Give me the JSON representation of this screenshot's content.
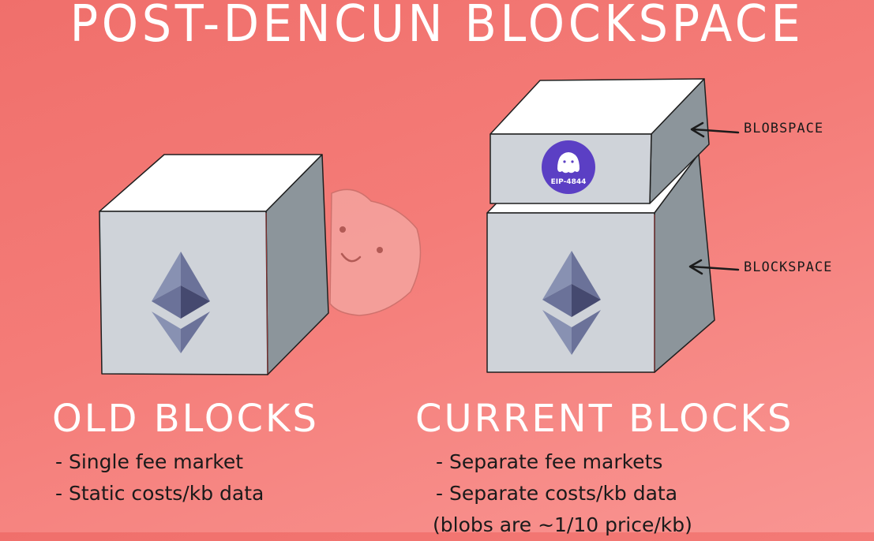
{
  "title": "POST-DENCUN BLOCKSPACE",
  "old": {
    "heading": "OLD BLOCKS",
    "bullets": [
      "- Single fee market",
      "- Static costs/kb data"
    ]
  },
  "current": {
    "heading": "CURRENT BLOCKS",
    "bullets": [
      "- Separate fee markets",
      "- Separate costs/kb data",
      "(blobs are ~1/10 price/kb)"
    ]
  },
  "labels": {
    "blobspace": "BLOBSPACE",
    "blockspace": "BLOCKSPACE",
    "badge": "EIP-4844"
  },
  "icons": {
    "block_logo": "ethereum-icon",
    "blob_logo": "blob-ghost-icon",
    "mascot": "smiling-toast-icon",
    "pointer": "arrow-left-icon"
  },
  "colors": {
    "background": "#f47c78",
    "cube_top": "#ffffff",
    "cube_front": "#cfd3d9",
    "cube_side": "#8c959b",
    "eth_dark": "#45496f",
    "eth_light": "#8891b2",
    "badge_fill": "#5b3fc4",
    "text_light": "#ffffff",
    "text_dark": "#1a1a1a"
  }
}
